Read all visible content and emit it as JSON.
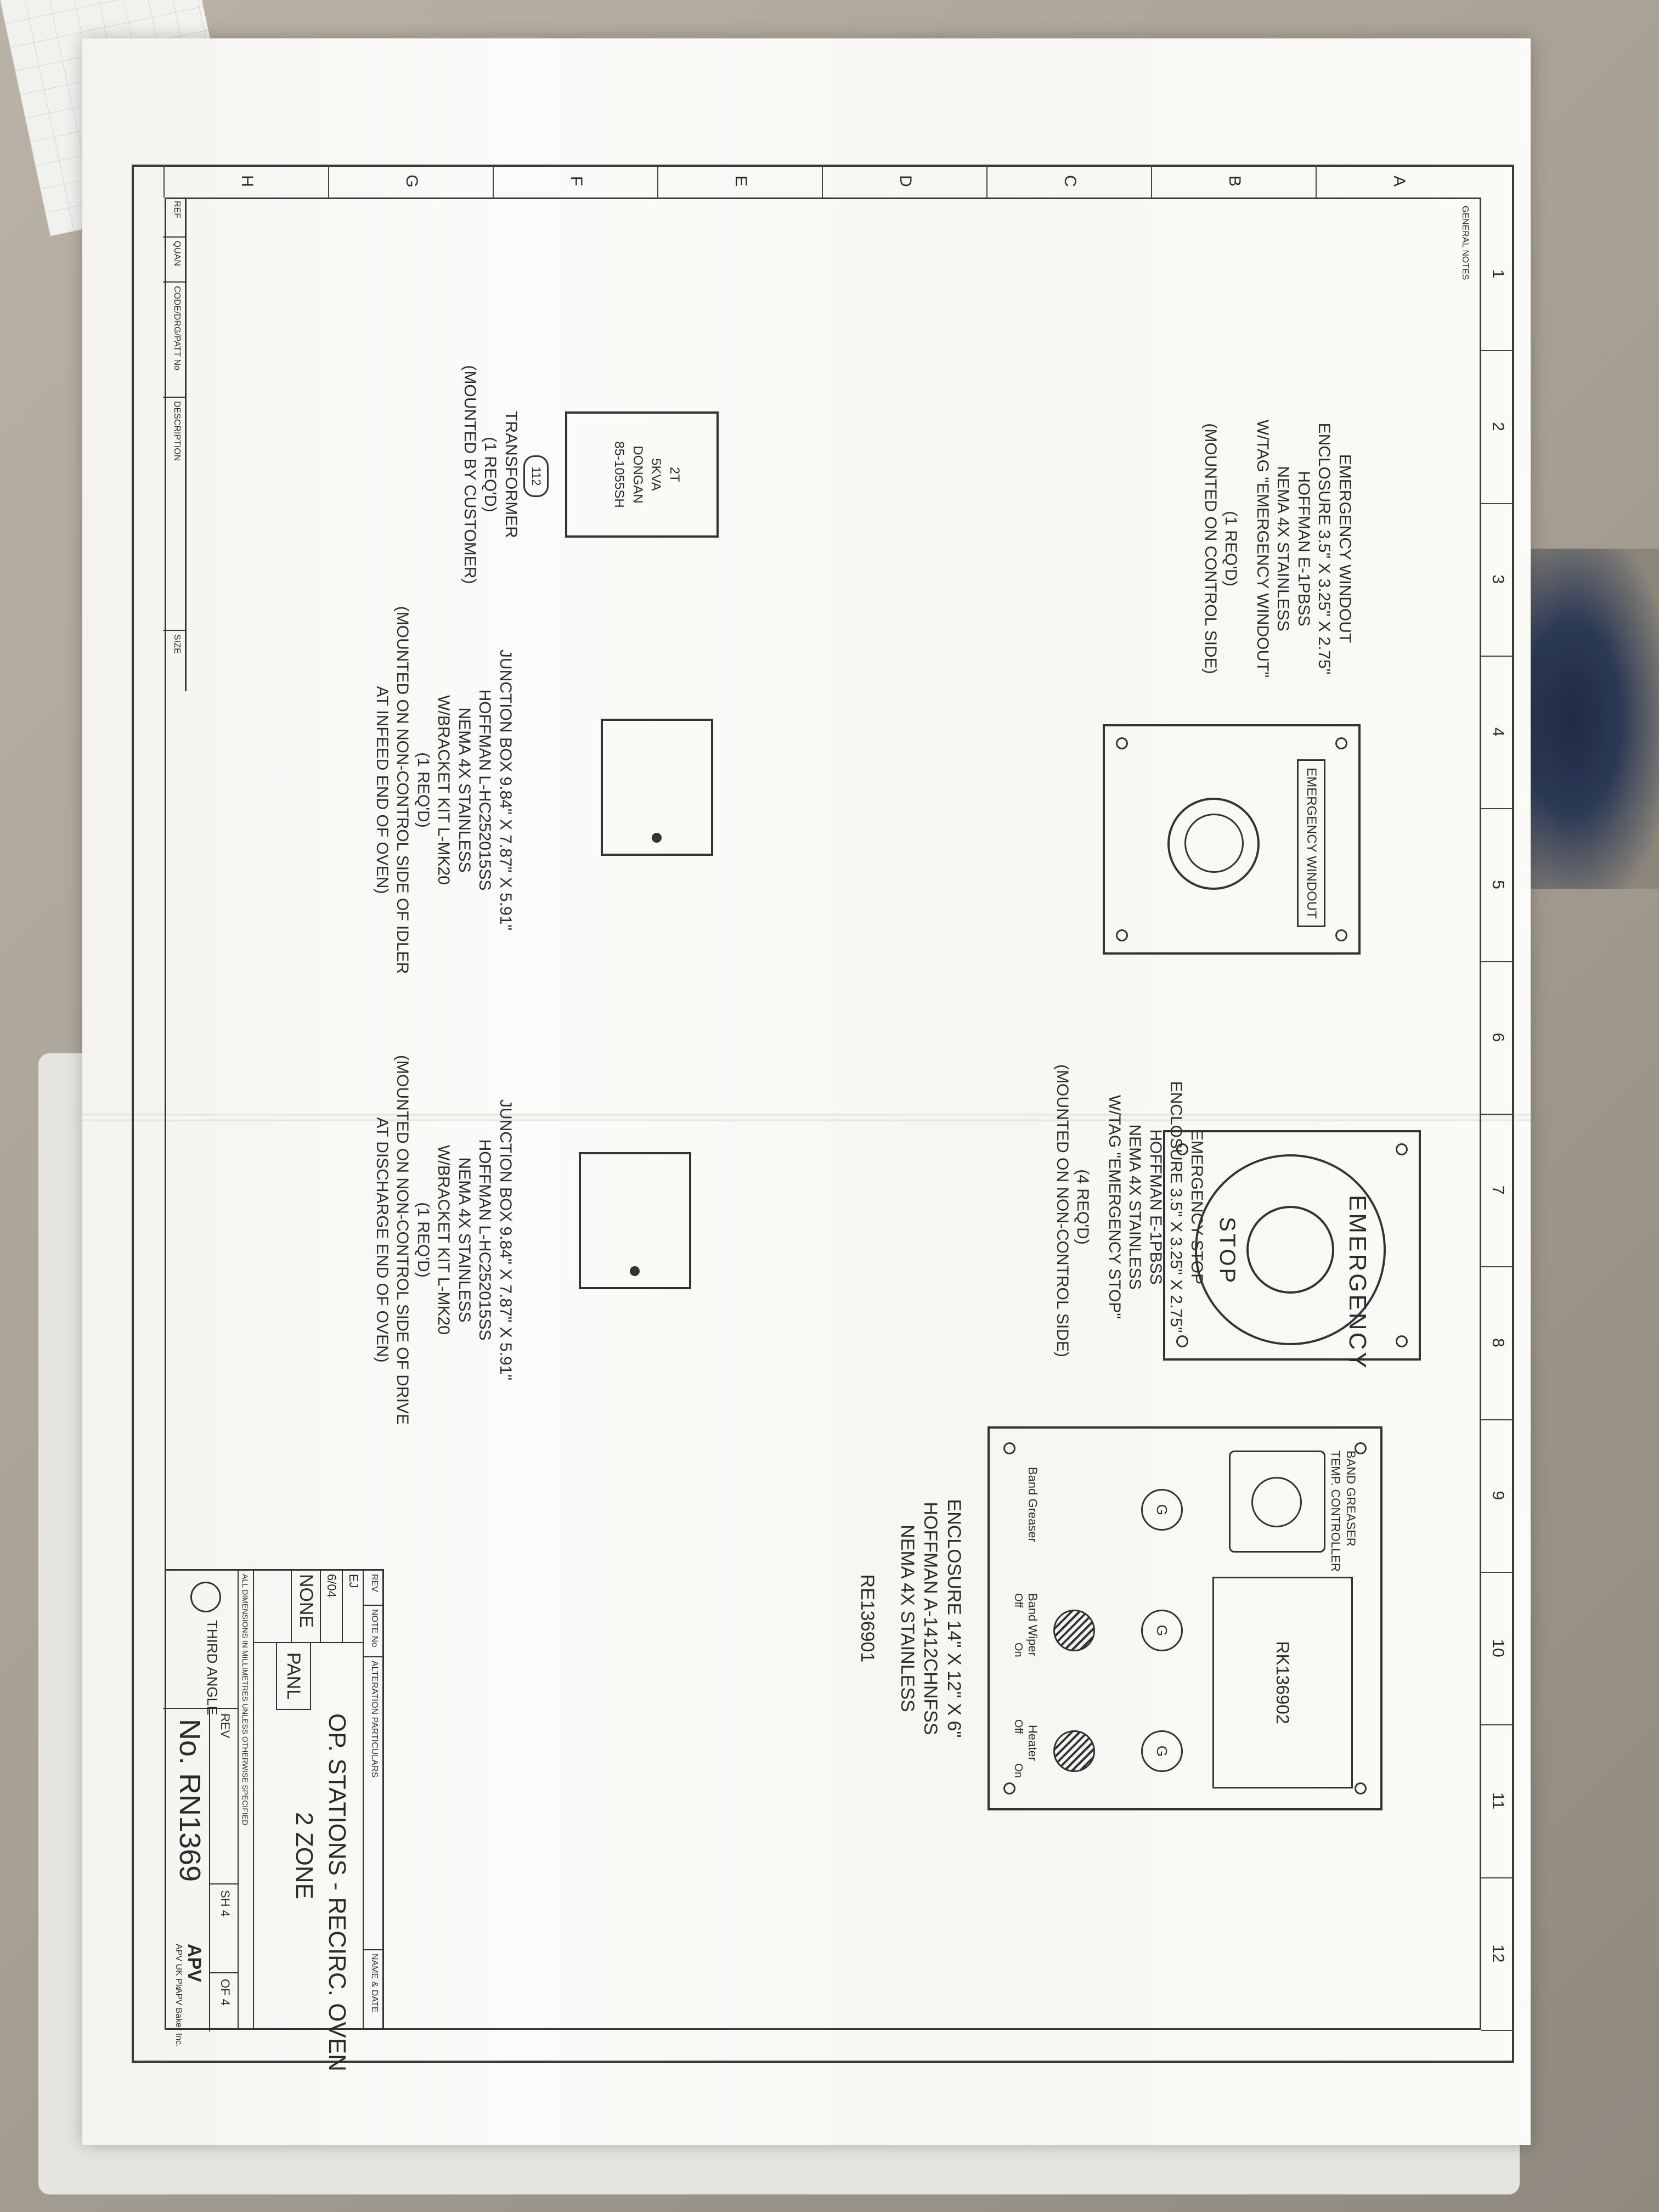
{
  "drawing": {
    "cols": [
      "1",
      "2",
      "3",
      "4",
      "5",
      "6",
      "7",
      "8",
      "9",
      "10",
      "11",
      "12"
    ],
    "rows": [
      "A",
      "B",
      "C",
      "D",
      "E",
      "F",
      "G",
      "H"
    ],
    "general_notes": "GENERAL NOTES",
    "windout": {
      "lines": [
        "EMERGENCY WINDOUT",
        "ENCLOSURE  3.5\" X 3.25\" X 2.75\"",
        "HOFFMAN E-1PBSS",
        "NEMA 4X STAINLESS",
        "W/TAG \"EMERGENCY WINDOUT\""
      ],
      "qty": "(1 REQ'D)",
      "mount": "(MOUNTED ON CONTROL SIDE)",
      "tag": "EMERGENCY WINDOUT"
    },
    "estop": {
      "lines": [
        "EMERGENCY STOP",
        "ENCLOSURE  3.5\" X 3.25\" X 2.75\"",
        "HOFFMAN E-1PBSS",
        "NEMA 4X STAINLESS",
        "W/TAG \"EMERGENCY STOP\""
      ],
      "qty": "(4 REQ'D)",
      "mount": "(MOUNTED ON NON-CONTROL SIDE)",
      "ring_text": "EMERGENCY",
      "ring_text2": "STOP"
    },
    "transformer": {
      "box_lines": [
        "2T",
        "5KVA",
        "DONGAN",
        "85-1055SH"
      ],
      "tag": "112",
      "lines": [
        "TRANSFORMER",
        "(1 REQ'D)",
        "(MOUNTED BY CUSTOMER)"
      ]
    },
    "jbox1": {
      "lines": [
        "JUNCTION BOX  9.84\" X 7.87\" X 5.91\"",
        "HOFFMAN L-HC252015SS",
        "NEMA 4X STAINLESS",
        "W/BRACKET KIT L-MK20",
        "(1 REQ'D)",
        "(MOUNTED ON NON-CONTROL SIDE OF IDLER",
        "AT INFEED END OF OVEN)"
      ]
    },
    "jbox2": {
      "lines": [
        "JUNCTION BOX  9.84\" X 7.87\" X 5.91\"",
        "HOFFMAN L-HC252015SS",
        "NEMA 4X STAINLESS",
        "W/BRACKET KIT L-MK20",
        "(1 REQ'D)",
        "(MOUNTED ON NON-CONTROL SIDE OF DRIVE",
        "AT DISCHARGE END OF OVEN)"
      ]
    },
    "panel": {
      "controller_label": [
        "BAND GREASER",
        "TEMP. CONTROLLER"
      ],
      "part": "RK136902",
      "switch_labels": [
        "Band Greaser",
        "Band Wiper",
        "Heater"
      ],
      "switch_states": [
        "Off",
        "On"
      ],
      "lamp": "G",
      "lines": [
        "ENCLOSURE  14\" X 12\" X 6\"",
        "HOFFMAN A-1412CHNFSS",
        "NEMA 4X STAINLESS"
      ],
      "part2": "RE136901"
    },
    "title_block": {
      "rev_header": [
        "REV",
        "NOTE No",
        "ALTERATION PARTICULARS",
        "NAME & DATE"
      ],
      "name": "EJ",
      "date": "6/04",
      "scale": "NONE",
      "group": "PANL",
      "title": "OP. STATIONS  -  RECIRC. OVEN",
      "subtitle": "2 ZONE",
      "rev_label": "REV",
      "sheet": "SH 4",
      "of": "OF 4",
      "number": "No. RN1369",
      "angle": "THIRD ANGLE",
      "dims_note": "ALL DIMENSIONS IN MILLIMETRES UNLESS OTHERWISE SPECIFIED",
      "company": "APV",
      "company2": "APV UK Plc",
      "company3": "APV Baker Inc."
    },
    "parts_header": [
      "REF",
      "QUAN",
      "CODE/DRG/PATT No",
      "DESCRIPTION",
      "SIZE"
    ]
  }
}
